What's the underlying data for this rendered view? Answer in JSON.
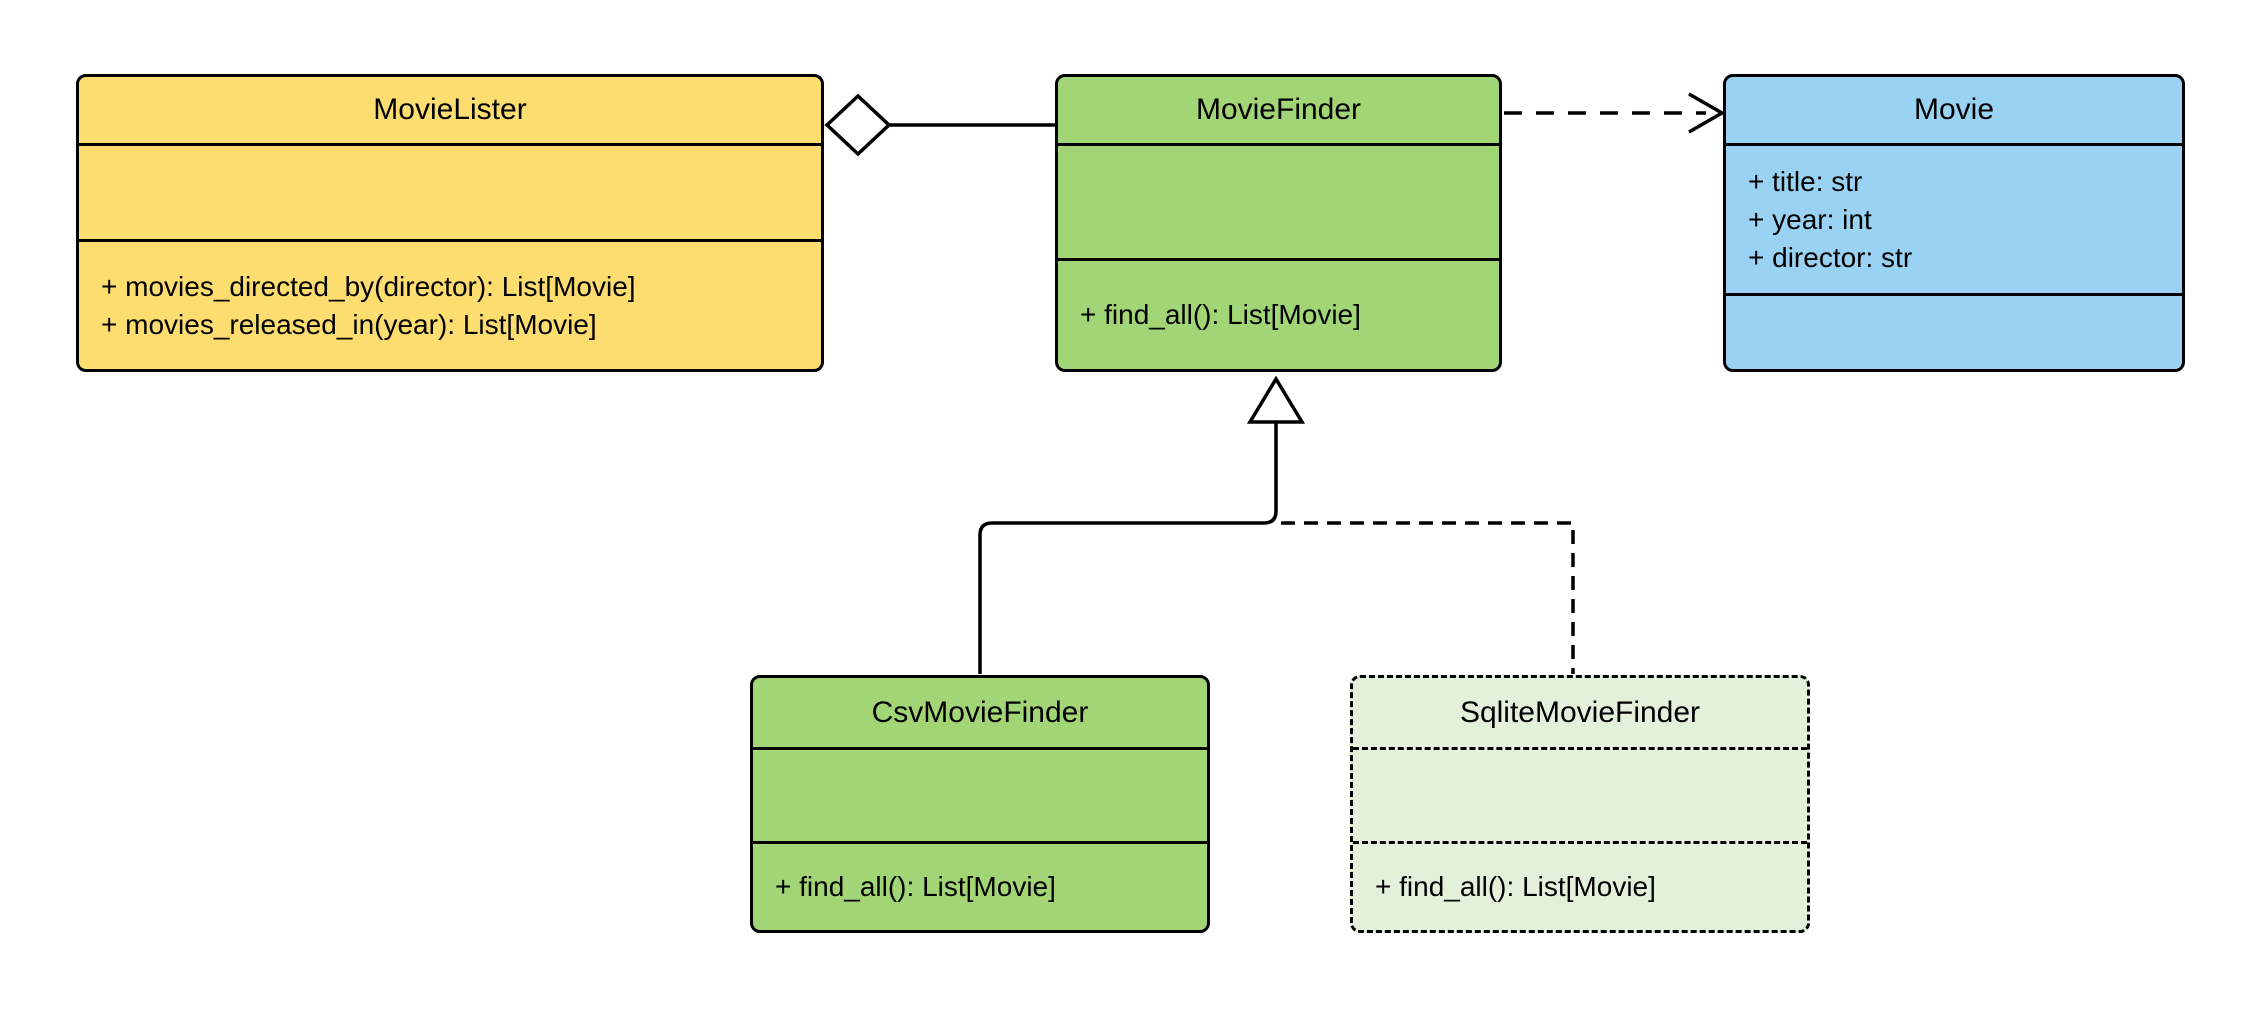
{
  "diagram_title": "",
  "classes": [
    {
      "name": "MovieLister",
      "attributes": [],
      "methods": [
        "+ movies_directed_by(director): List[Movie]",
        "+ movies_released_in(year): List[Movie]"
      ],
      "fill": "#FDDC70",
      "border_style": "solid"
    },
    {
      "name": "MovieFinder",
      "attributes": [],
      "methods": [
        "+ find_all(): List[Movie]"
      ],
      "fill": "#A2D575",
      "border_style": "solid"
    },
    {
      "name": "Movie",
      "attributes": [
        "+ title: str",
        "+ year: int",
        "+ director: str"
      ],
      "methods": [],
      "fill": "#99D2F2",
      "border_style": "solid"
    },
    {
      "name": "CsvMovieFinder",
      "attributes": [],
      "methods": [
        "+ find_all(): List[Movie]"
      ],
      "fill": "#A2D575",
      "border_style": "solid"
    },
    {
      "name": "SqliteMovieFinder",
      "attributes": [],
      "methods": [
        "+ find_all(): List[Movie]"
      ],
      "fill": "#E3F1DB",
      "border_style": "dashed"
    }
  ],
  "relationships": [
    {
      "type": "aggregation",
      "from": "MovieLister",
      "to": "MovieFinder",
      "line": "solid",
      "marker": "hollow-diamond"
    },
    {
      "type": "dependency",
      "from": "MovieFinder",
      "to": "Movie",
      "line": "dashed",
      "marker": "open-arrow"
    },
    {
      "type": "generalization",
      "from": "CsvMovieFinder",
      "to": "MovieFinder",
      "line": "solid",
      "marker": "hollow-triangle"
    },
    {
      "type": "generalization",
      "from": "SqliteMovieFinder",
      "to": "MovieFinder",
      "line": "dashed",
      "marker": "hollow-triangle"
    }
  ],
  "colors": {
    "background": "#FFFFFF",
    "stroke": "#000000",
    "yellow_fill": "#FDDC70",
    "green_fill": "#A2D575",
    "blue_fill": "#99D2F2",
    "light_green_fill": "#E3F1DB"
  }
}
